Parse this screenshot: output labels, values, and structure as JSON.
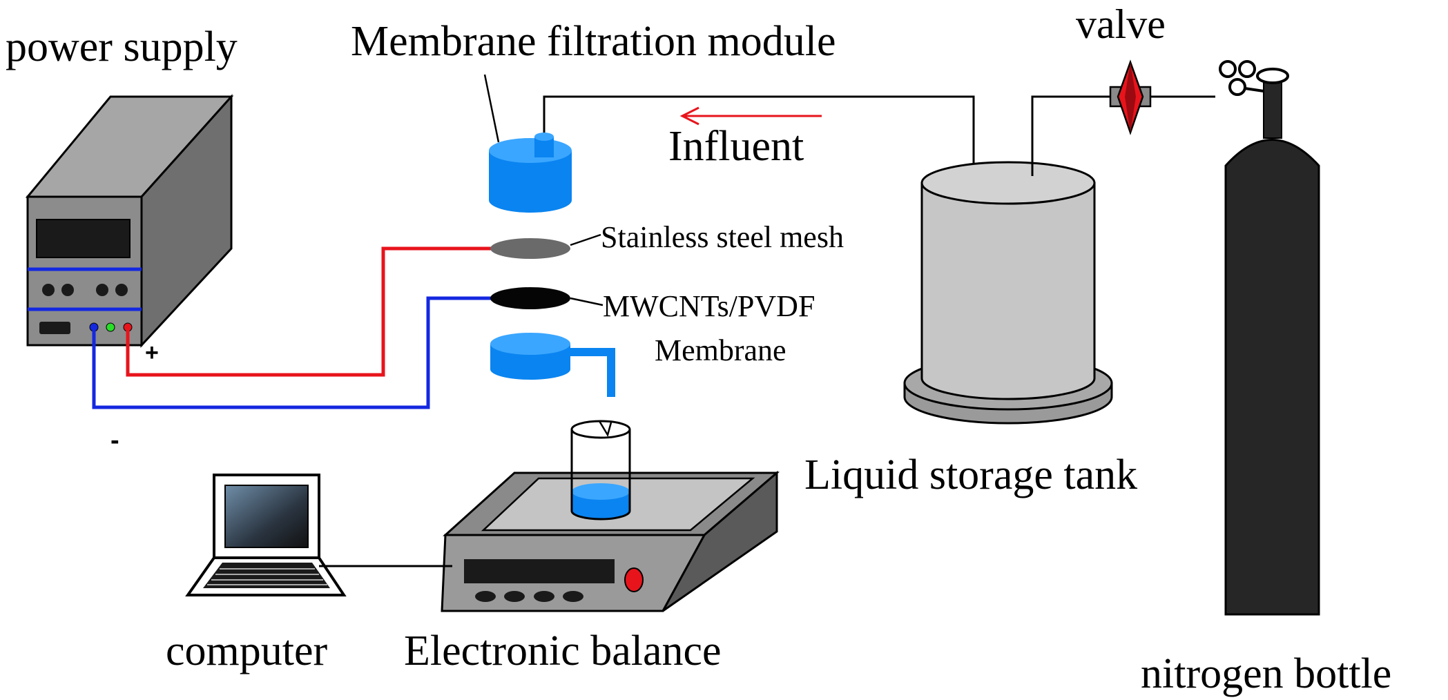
{
  "labels": {
    "power_supply": "power supply",
    "membrane_module": "Membrane filtration module",
    "valve": "valve",
    "influent": "Influent",
    "mesh": "Stainless steel mesh",
    "membrane_line1": "MWCNTs/PVDF",
    "membrane_line2": "Membrane",
    "tank": "Liquid storage tank",
    "computer": "computer",
    "balance": "Electronic balance",
    "nitrogen": "nitrogen bottle",
    "plus": "+",
    "minus": "-"
  },
  "colors": {
    "positive_wire": "#e8141c",
    "negative_wire": "#1428e0",
    "water_blue": "#0a84f0",
    "device_gray": "#7f7f7f",
    "tank_gray": "#c6c6c6",
    "cylinder_dark": "#262626"
  }
}
